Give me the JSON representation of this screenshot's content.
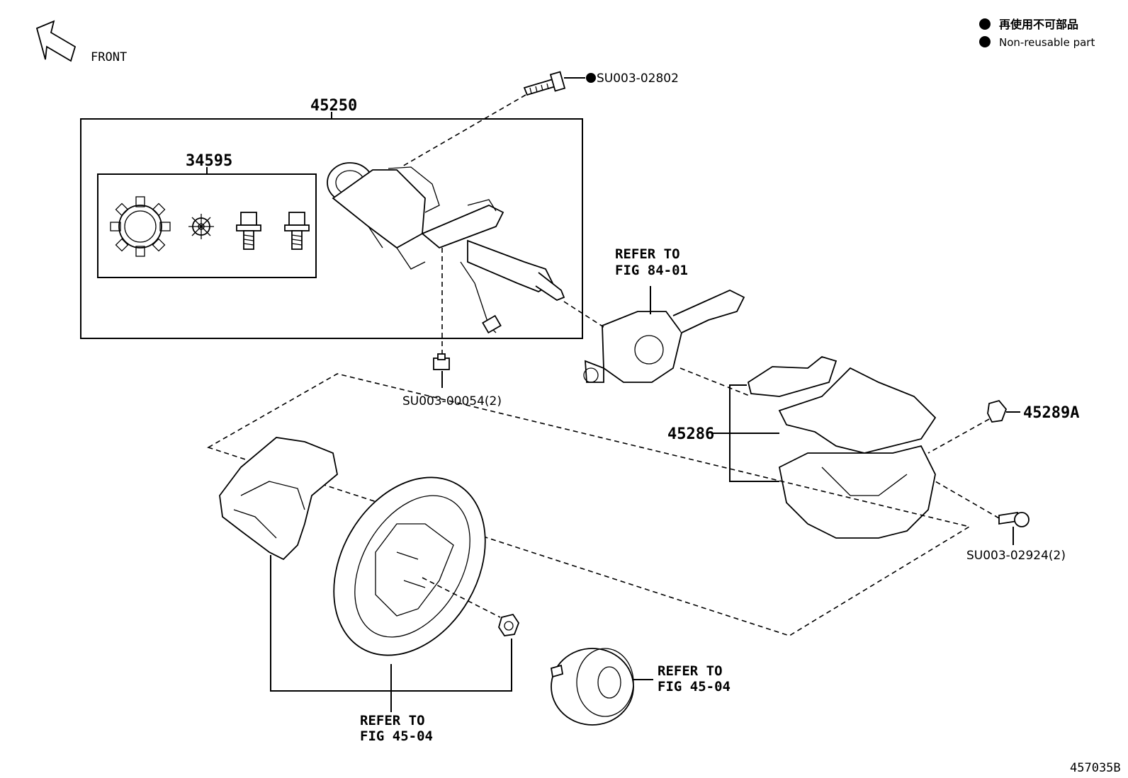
{
  "front_label": "FRONT",
  "legend": {
    "japanese": "再使用不可部品",
    "english": "Non-reusable part"
  },
  "parts": {
    "column_assy": "45250",
    "kit": "34595",
    "bolt_top": "SU003-02802",
    "nut_bottom": "SU003-00054(2)",
    "cover": "45286",
    "clip": "45289A",
    "screw": "SU003-02924(2)"
  },
  "refs": {
    "switch_line1": "REFER TO",
    "switch_line2": "FIG 84-01",
    "wheel_line1": "REFER TO",
    "wheel_line2": "FIG 45-04",
    "pad_line1": "REFER TO",
    "pad_line2": "FIG 45-04"
  },
  "figure_id": "457035B"
}
